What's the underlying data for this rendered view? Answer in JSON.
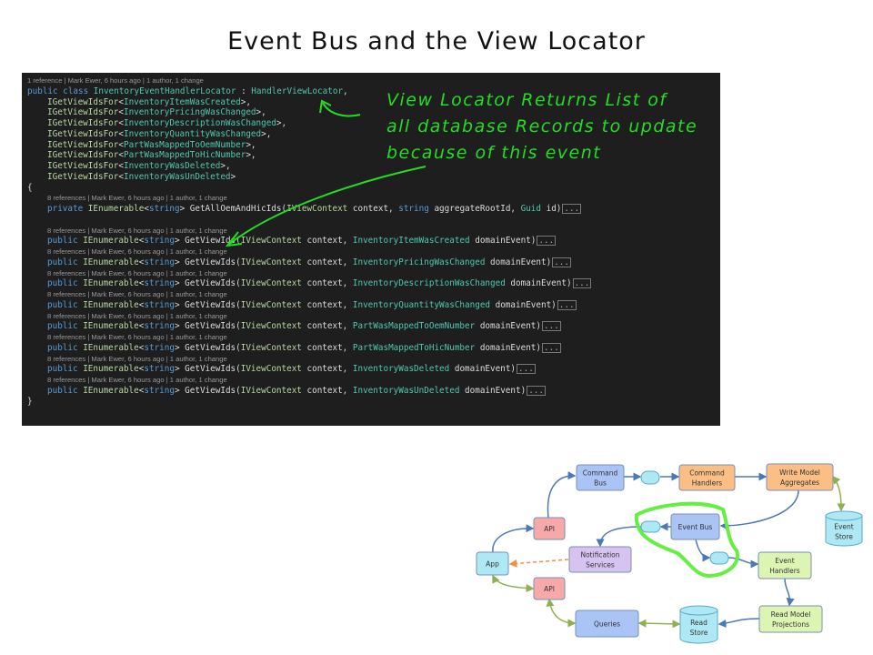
{
  "slide": {
    "title": "Event Bus and the View Locator"
  },
  "annotation": {
    "lines": [
      "View Locator Returns List of",
      "all database Records to update",
      "because of this event"
    ],
    "color": "#22dd22"
  },
  "code": {
    "colors": {
      "background": "#1e1e1e",
      "keyword": "#569cd6",
      "type": "#4ec9b0",
      "interface": "#b8d7a3",
      "plain": "#dcdcdc",
      "meta": "#999999"
    },
    "fold_label": "...",
    "lines": [
      {
        "kind": "meta",
        "indent": 0,
        "text": "1 reference | Mark Ewer, 6 hours ago | 1 author, 1 change"
      },
      {
        "kind": "code",
        "indent": 0,
        "tokens": [
          [
            "public class ",
            "kw"
          ],
          [
            "InventoryEventHandlerLocator",
            "ty"
          ],
          [
            " : ",
            "pl"
          ],
          [
            "HandlerViewLocator",
            "ty"
          ],
          [
            ",",
            "pl"
          ]
        ]
      },
      {
        "kind": "code",
        "indent": 1,
        "tokens": [
          [
            "IGetViewIdsFor",
            "if"
          ],
          [
            "<",
            "pl"
          ],
          [
            "InventoryItemWasCreated",
            "ty"
          ],
          [
            ">,",
            "pl"
          ]
        ]
      },
      {
        "kind": "code",
        "indent": 1,
        "tokens": [
          [
            "IGetViewIdsFor",
            "if"
          ],
          [
            "<",
            "pl"
          ],
          [
            "InventoryPricingWasChanged",
            "ty"
          ],
          [
            ">,",
            "pl"
          ]
        ]
      },
      {
        "kind": "code",
        "indent": 1,
        "tokens": [
          [
            "IGetViewIdsFor",
            "if"
          ],
          [
            "<",
            "pl"
          ],
          [
            "InventoryDescriptionWasChanged",
            "ty"
          ],
          [
            ">,",
            "pl"
          ]
        ]
      },
      {
        "kind": "code",
        "indent": 1,
        "tokens": [
          [
            "IGetViewIdsFor",
            "if"
          ],
          [
            "<",
            "pl"
          ],
          [
            "InventoryQuantityWasChanged",
            "ty"
          ],
          [
            ">,",
            "pl"
          ]
        ]
      },
      {
        "kind": "code",
        "indent": 1,
        "tokens": [
          [
            "IGetViewIdsFor",
            "if"
          ],
          [
            "<",
            "pl"
          ],
          [
            "PartWasMappedToOemNumber",
            "ty"
          ],
          [
            ">,",
            "pl"
          ]
        ]
      },
      {
        "kind": "code",
        "indent": 1,
        "tokens": [
          [
            "IGetViewIdsFor",
            "if"
          ],
          [
            "<",
            "pl"
          ],
          [
            "PartWasMappedToHicNumber",
            "ty"
          ],
          [
            ">,",
            "pl"
          ]
        ]
      },
      {
        "kind": "code",
        "indent": 1,
        "tokens": [
          [
            "IGetViewIdsFor",
            "if"
          ],
          [
            "<",
            "pl"
          ],
          [
            "InventoryWasDeleted",
            "ty"
          ],
          [
            ">,",
            "pl"
          ]
        ]
      },
      {
        "kind": "code",
        "indent": 1,
        "tokens": [
          [
            "IGetViewIdsFor",
            "if"
          ],
          [
            "<",
            "pl"
          ],
          [
            "InventoryWasUnDeleted",
            "ty"
          ],
          [
            ">",
            "pl"
          ]
        ]
      },
      {
        "kind": "code",
        "indent": 0,
        "tokens": [
          [
            "{",
            "pl"
          ]
        ]
      },
      {
        "kind": "meta",
        "indent": 1,
        "text": "8 references | Mark Ewer, 6 hours ago | 1 author, 1 change"
      },
      {
        "kind": "code",
        "indent": 1,
        "fold": true,
        "tokens": [
          [
            "private ",
            "kw"
          ],
          [
            "IEnumerable",
            "if"
          ],
          [
            "<",
            "pl"
          ],
          [
            "string",
            "kw"
          ],
          [
            "> GetAllOemAndHicIds(",
            "pl"
          ],
          [
            "IViewContext",
            "if"
          ],
          [
            " context, ",
            "pl"
          ],
          [
            "string",
            "kw"
          ],
          [
            " aggregateRootId, ",
            "pl"
          ],
          [
            "Guid",
            "ty"
          ],
          [
            " id)",
            "pl"
          ]
        ]
      },
      {
        "kind": "blank"
      },
      {
        "kind": "meta",
        "indent": 1,
        "text": "8 references | Mark Ewer, 6 hours ago | 1 author, 1 change"
      },
      {
        "kind": "code",
        "indent": 1,
        "fold": true,
        "tokens": [
          [
            "public ",
            "kw"
          ],
          [
            "IEnumerable",
            "if"
          ],
          [
            "<",
            "pl"
          ],
          [
            "string",
            "kw"
          ],
          [
            "> GetViewIds(",
            "pl"
          ],
          [
            "IViewContext",
            "if"
          ],
          [
            " context, ",
            "pl"
          ],
          [
            "InventoryItemWasCreated",
            "ty"
          ],
          [
            " domainEvent)",
            "pl"
          ]
        ]
      },
      {
        "kind": "meta",
        "indent": 1,
        "text": "8 references | Mark Ewer, 6 hours ago | 1 author, 1 change"
      },
      {
        "kind": "code",
        "indent": 1,
        "fold": true,
        "tokens": [
          [
            "public ",
            "kw"
          ],
          [
            "IEnumerable",
            "if"
          ],
          [
            "<",
            "pl"
          ],
          [
            "string",
            "kw"
          ],
          [
            "> GetViewIds(",
            "pl"
          ],
          [
            "IViewContext",
            "if"
          ],
          [
            " context, ",
            "pl"
          ],
          [
            "InventoryPricingWasChanged",
            "ty"
          ],
          [
            " domainEvent)",
            "pl"
          ]
        ]
      },
      {
        "kind": "meta",
        "indent": 1,
        "text": "8 references | Mark Ewer, 6 hours ago | 1 author, 1 change"
      },
      {
        "kind": "code",
        "indent": 1,
        "fold": true,
        "tokens": [
          [
            "public ",
            "kw"
          ],
          [
            "IEnumerable",
            "if"
          ],
          [
            "<",
            "pl"
          ],
          [
            "string",
            "kw"
          ],
          [
            "> GetViewIds(",
            "pl"
          ],
          [
            "IViewContext",
            "if"
          ],
          [
            " context, ",
            "pl"
          ],
          [
            "InventoryDescriptionWasChanged",
            "ty"
          ],
          [
            " domainEvent)",
            "pl"
          ]
        ]
      },
      {
        "kind": "meta",
        "indent": 1,
        "text": "8 references | Mark Ewer, 6 hours ago | 1 author, 1 change"
      },
      {
        "kind": "code",
        "indent": 1,
        "fold": true,
        "tokens": [
          [
            "public ",
            "kw"
          ],
          [
            "IEnumerable",
            "if"
          ],
          [
            "<",
            "pl"
          ],
          [
            "string",
            "kw"
          ],
          [
            "> GetViewIds(",
            "pl"
          ],
          [
            "IViewContext",
            "if"
          ],
          [
            " context, ",
            "pl"
          ],
          [
            "InventoryQuantityWasChanged",
            "ty"
          ],
          [
            " domainEvent)",
            "pl"
          ]
        ]
      },
      {
        "kind": "meta",
        "indent": 1,
        "text": "8 references | Mark Ewer, 6 hours ago | 1 author, 1 change"
      },
      {
        "kind": "code",
        "indent": 1,
        "fold": true,
        "tokens": [
          [
            "public ",
            "kw"
          ],
          [
            "IEnumerable",
            "if"
          ],
          [
            "<",
            "pl"
          ],
          [
            "string",
            "kw"
          ],
          [
            "> GetViewIds(",
            "pl"
          ],
          [
            "IViewContext",
            "if"
          ],
          [
            " context, ",
            "pl"
          ],
          [
            "PartWasMappedToOemNumber",
            "ty"
          ],
          [
            " domainEvent)",
            "pl"
          ]
        ]
      },
      {
        "kind": "meta",
        "indent": 1,
        "text": "8 references | Mark Ewer, 6 hours ago | 1 author, 1 change"
      },
      {
        "kind": "code",
        "indent": 1,
        "fold": true,
        "tokens": [
          [
            "public ",
            "kw"
          ],
          [
            "IEnumerable",
            "if"
          ],
          [
            "<",
            "pl"
          ],
          [
            "string",
            "kw"
          ],
          [
            "> GetViewIds(",
            "pl"
          ],
          [
            "IViewContext",
            "if"
          ],
          [
            " context, ",
            "pl"
          ],
          [
            "PartWasMappedToHicNumber",
            "ty"
          ],
          [
            " domainEvent)",
            "pl"
          ]
        ]
      },
      {
        "kind": "meta",
        "indent": 1,
        "text": "8 references | Mark Ewer, 6 hours ago | 1 author, 1 change"
      },
      {
        "kind": "code",
        "indent": 1,
        "fold": true,
        "tokens": [
          [
            "public ",
            "kw"
          ],
          [
            "IEnumerable",
            "if"
          ],
          [
            "<",
            "pl"
          ],
          [
            "string",
            "kw"
          ],
          [
            "> GetViewIds(",
            "pl"
          ],
          [
            "IViewContext",
            "if"
          ],
          [
            " context, ",
            "pl"
          ],
          [
            "InventoryWasDeleted",
            "ty"
          ],
          [
            " domainEvent)",
            "pl"
          ]
        ]
      },
      {
        "kind": "meta",
        "indent": 1,
        "text": "8 references | Mark Ewer, 6 hours ago | 1 author, 1 change"
      },
      {
        "kind": "code",
        "indent": 1,
        "fold": true,
        "tokens": [
          [
            "public ",
            "kw"
          ],
          [
            "IEnumerable",
            "if"
          ],
          [
            "<",
            "pl"
          ],
          [
            "string",
            "kw"
          ],
          [
            "> GetViewIds(",
            "pl"
          ],
          [
            "IViewContext",
            "if"
          ],
          [
            " context, ",
            "pl"
          ],
          [
            "InventoryWasUnDeleted",
            "ty"
          ],
          [
            " domainEvent)",
            "pl"
          ]
        ]
      },
      {
        "kind": "code",
        "indent": 0,
        "tokens": [
          [
            "}",
            "pl"
          ]
        ]
      }
    ]
  },
  "diagram": {
    "nodes": {
      "command_bus": {
        "lines": [
          "Command",
          "Bus"
        ],
        "color": "#a9c4f5"
      },
      "command_handlers": {
        "lines": [
          "Command",
          "Handlers"
        ],
        "color": "#fbbf85"
      },
      "write_model": {
        "lines": [
          "Write Model",
          "Aggregates"
        ],
        "color": "#fbbf85"
      },
      "event_store": {
        "lines": [
          "Event",
          "Store"
        ],
        "color": "#aee8f5"
      },
      "event_bus": {
        "lines": [
          "Event Bus"
        ],
        "color": "#a9c4f5"
      },
      "api_top": {
        "lines": [
          "API"
        ],
        "color": "#f7a9a9"
      },
      "notification": {
        "lines": [
          "Notification",
          "Services"
        ],
        "color": "#d7c3ef"
      },
      "app": {
        "lines": [
          "App"
        ],
        "color": "#aee8f5"
      },
      "event_handlers": {
        "lines": [
          "Event",
          "Handlers"
        ],
        "color": "#ddf5b3"
      },
      "api_bottom": {
        "lines": [
          "API"
        ],
        "color": "#f7a9a9"
      },
      "queries": {
        "lines": [
          "Queries"
        ],
        "color": "#a9c4f5"
      },
      "read_store": {
        "lines": [
          "Read",
          "Store"
        ],
        "color": "#aee8f5"
      },
      "read_model": {
        "lines": [
          "Read Model",
          "Projections"
        ],
        "color": "#ddf5b3"
      }
    },
    "highlight_color": "#66ee44"
  }
}
